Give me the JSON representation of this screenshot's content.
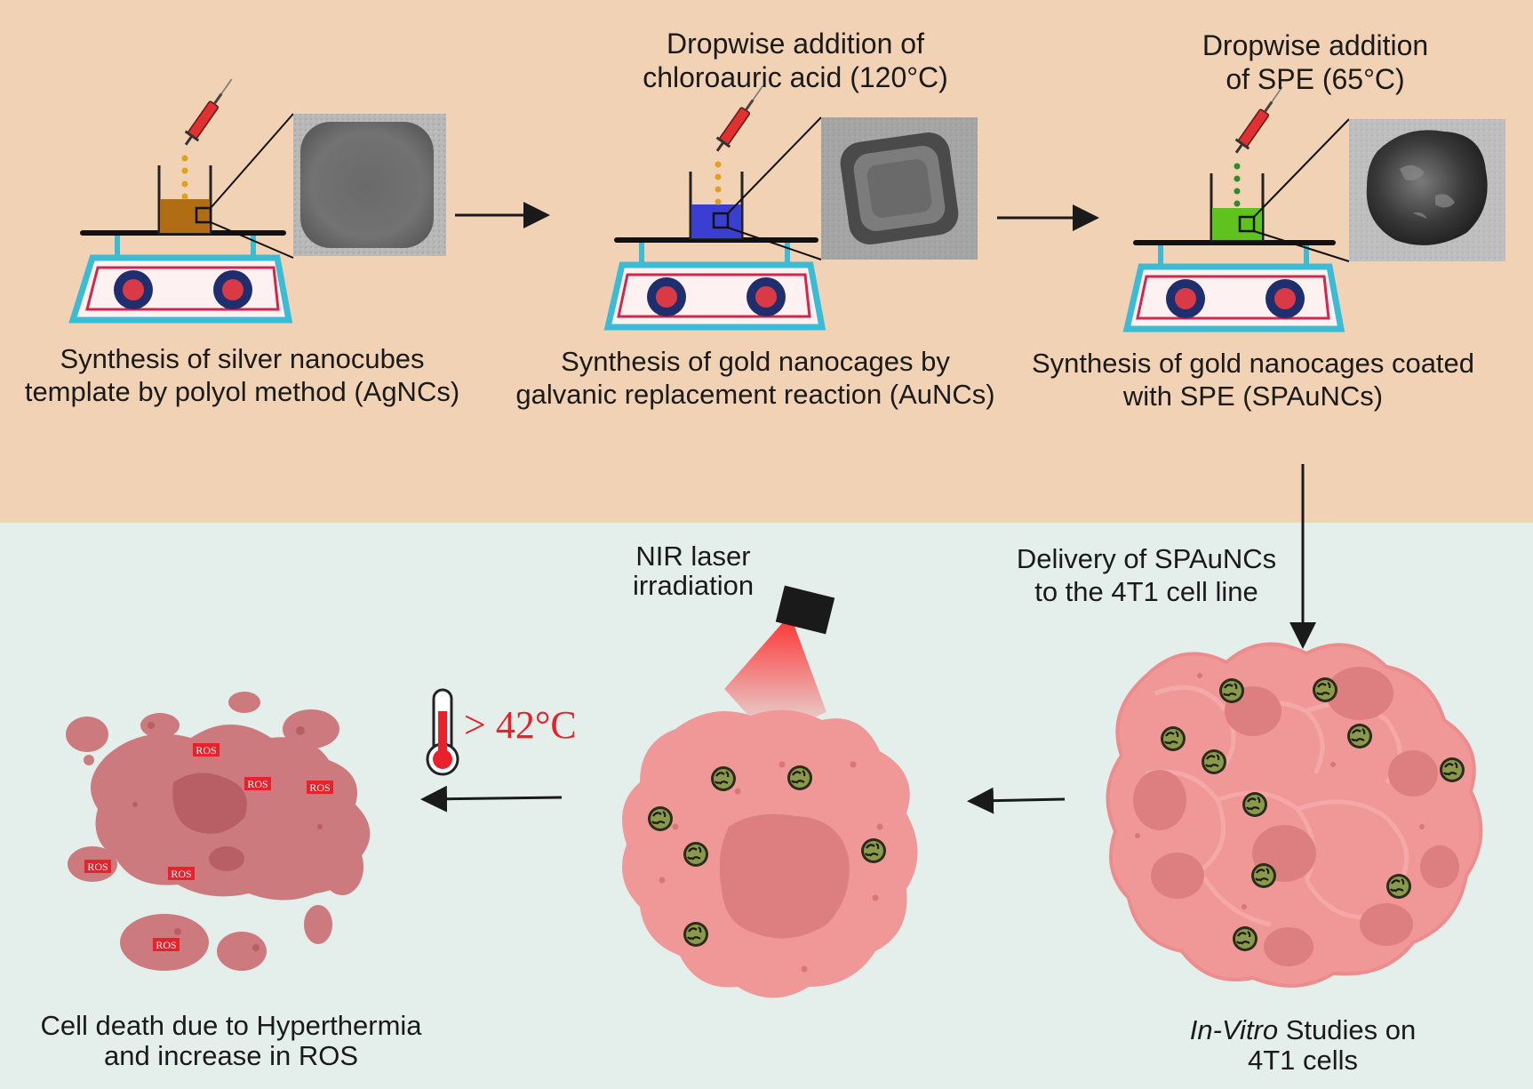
{
  "top_panel": {
    "step1": {
      "caption_line1": "Synthesis of silver nanocubes",
      "caption_line2": "template by polyol method (AgNCs)"
    },
    "step2": {
      "header_line1": "Dropwise addition of",
      "header_line2": "chloroauric acid (120°C)",
      "caption_line1": "Synthesis of gold nanocages by",
      "caption_line2": "galvanic replacement reaction (AuNCs)"
    },
    "step3": {
      "header_line1": "Dropwise addition",
      "header_line2": "of SPE (65°C)",
      "caption_line1": "Synthesis of gold nanocages coated",
      "caption_line2": "with SPE  (SPAuNCs)"
    }
  },
  "bottom_panel": {
    "delivery_line1": "Delivery of SPAuNCs",
    "delivery_line2": "to the 4T1 cell line",
    "laser_line1": "NIR laser",
    "laser_line2": "irradiation",
    "temperature": "> 42°C",
    "ros_label": "ROS",
    "invitro_italic": "In-Vitro",
    "invitro_rest": " Studies on",
    "invitro_line2": "4T1 cells",
    "death_line1": "Cell death due to Hyperthermia",
    "death_line2": "and increase in ROS"
  },
  "colors": {
    "top_bg": "#f2d2b4",
    "bottom_bg": "#e4efec",
    "hotplate_frame": "#3bbcd6",
    "hotplate_inner": "#d6254a",
    "knob_outer": "#1f2f6e",
    "knob_inner": "#d93a45",
    "silver_solution": "#b06d14",
    "gold_solution": "#3b3fd1",
    "spe_solution": "#5fc21f",
    "cell_fill": "#f09898",
    "cell_nucleus": "#cf6a6e",
    "dead_cell_fill": "#cc7a7e",
    "laser_red": "#ff1a1a",
    "temp_red": "#e8212a"
  }
}
